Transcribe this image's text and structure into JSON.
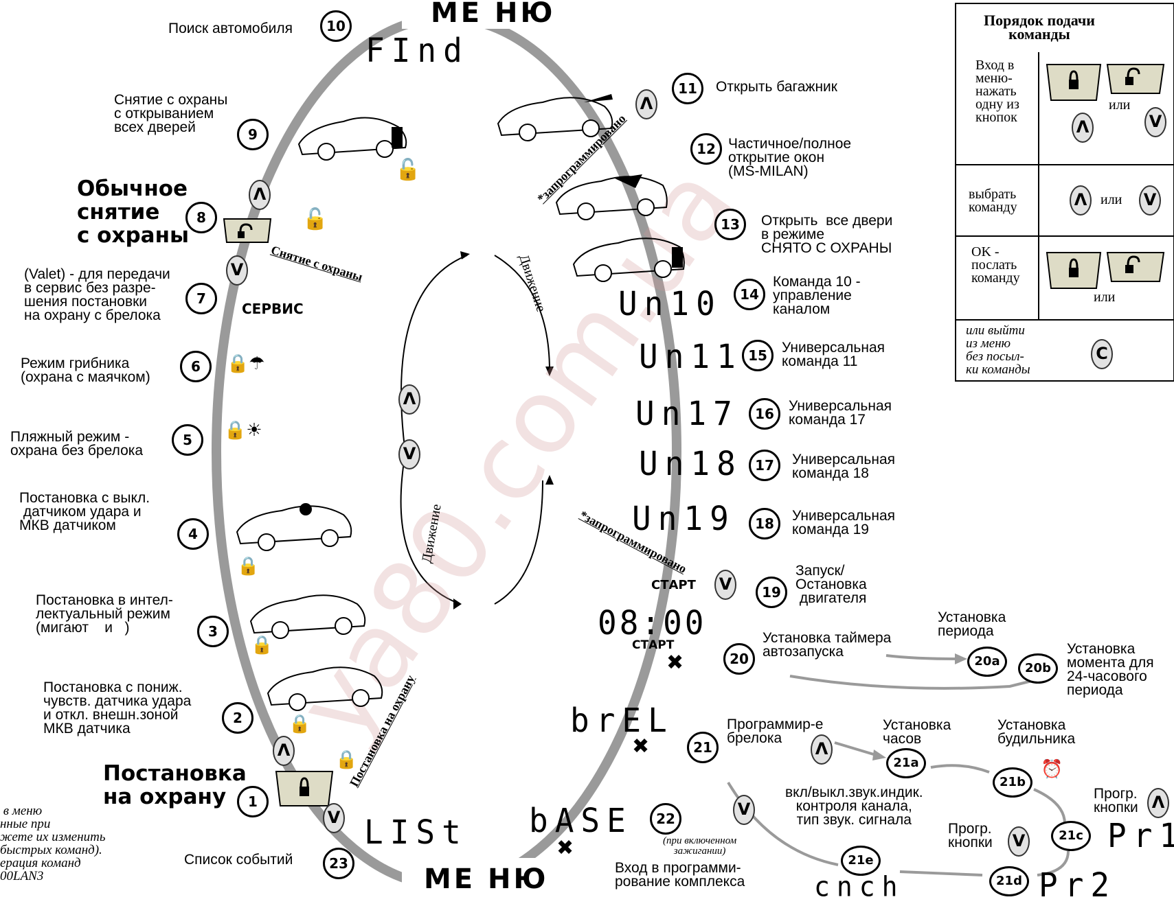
{
  "menu_top": "МЕ НЮ",
  "menu_bottom": "МЕ НЮ",
  "watermark": "ya80.com.ua",
  "left_items": [
    {
      "num": "10",
      "label": "Поиск автомобиля",
      "display": "FInd"
    },
    {
      "num": "9",
      "label": "Снятие с охраны\nс открыванием\nвсех дверей"
    },
    {
      "num": "8",
      "label": "Обычное\nснятие\nс охраны"
    },
    {
      "num": "7",
      "label": "(Valet) - для передачи\nв сервис без разре-\nшения постановки\nна охрану с брелока",
      "display": "СЕРВИС"
    },
    {
      "num": "6",
      "label": "Режим грибника\n(охрана с маячком)"
    },
    {
      "num": "5",
      "label": "Пляжный режим -\nохрана без брелока"
    },
    {
      "num": "4",
      "label": "Постановка с выкл.\n датчиком удара и\nМКВ датчиком"
    },
    {
      "num": "3",
      "label": "Постановка в интел-\nлектуальный режим\n(мигают    и   )"
    },
    {
      "num": "2",
      "label": "Постановка с пониж.\nчувств. датчика удара\nи откл. внешн.зоной\nМКВ датчика"
    },
    {
      "num": "1",
      "label": "Постановка\nна охрану"
    },
    {
      "num": "23",
      "label": "Список событий",
      "display": "LISt"
    }
  ],
  "right_items": [
    {
      "num": "11",
      "label": "Открыть багажник"
    },
    {
      "num": "12",
      "label": "Частичное/полное\nоткрытие окон\n(MS-MILAN)"
    },
    {
      "num": "13",
      "label": "Открыть  все двери\nв режиме\nСНЯТО С ОХРАНЫ"
    },
    {
      "num": "14",
      "label": "Команда 10 -\nуправление\nканалом",
      "display": "Un10"
    },
    {
      "num": "15",
      "label": "Универсальная\nкоманда 11",
      "display": "Un11"
    },
    {
      "num": "16",
      "label": "Универсальная\nкоманда 17",
      "display": "Un17"
    },
    {
      "num": "17",
      "label": "Универсальная\nкоманда 18",
      "display": "Un18"
    },
    {
      "num": "18",
      "label": "Универсальная\nкоманда 19",
      "display": "Un19"
    },
    {
      "num": "19",
      "label": "Запуск/\nОстановка\n двигателя",
      "display": "СТАРТ"
    },
    {
      "num": "20",
      "label": "Установка таймера\nавтозапуска",
      "display": "08:00",
      "sub": "СТАРТ"
    },
    {
      "num": "21",
      "label": "Программир-е\nбрелока",
      "display": "brEL"
    },
    {
      "num": "22",
      "label": "Вход в программи-\nрование комплекса",
      "display": "bASE",
      "note": "(при включенном\nзажигании)"
    }
  ],
  "sub_items": {
    "20a": {
      "num": "20a",
      "label": "Установка\nпериода"
    },
    "20b": {
      "num": "20b",
      "label": "Установка\nмомента для\n24-часового\nпериода"
    },
    "21a": {
      "num": "21a",
      "label": "Установка\nчасов"
    },
    "21b": {
      "num": "21b",
      "label": "Установка\nбудильника"
    },
    "21c": {
      "num": "21c",
      "label": "Прогр.\nкнопки",
      "display": "Pr1"
    },
    "21d": {
      "num": "21d",
      "label": "Прогр.\nкнопки",
      "display": "Pr2"
    },
    "21e": {
      "num": "21e",
      "label": "вкл/выкл.звук.индик.\nконтроля канала,\nтип звук. сигнала",
      "display": "cnch"
    }
  },
  "rotated": {
    "disarm": "Снятие с охраны",
    "arm": "Постановка на охрану",
    "programmed1": "*запрограммировано",
    "programmed2": "*запрограммировано",
    "movement1": "Движение",
    "movement2": "Движение"
  },
  "bottom_left_note": " в меню\nнные при\nжете их изменить\nбыстрых команд).\nерация команд\n00LAN3",
  "legend": {
    "title": "Порядок подачи\nкоманды",
    "rows": [
      {
        "label": "Вход в\nменю-\nнажать\nодну из\nкнопок",
        "or": "или"
      },
      {
        "label": "выбрать\nкоманду",
        "or": "или"
      },
      {
        "label": "OK -\nпослать\nкоманду",
        "or": "или"
      },
      {
        "label": "или выйти\nиз меню\nбез посыл-\nки команды"
      }
    ]
  },
  "buttons": {
    "up": "Λ",
    "down": "V",
    "c": "C"
  }
}
